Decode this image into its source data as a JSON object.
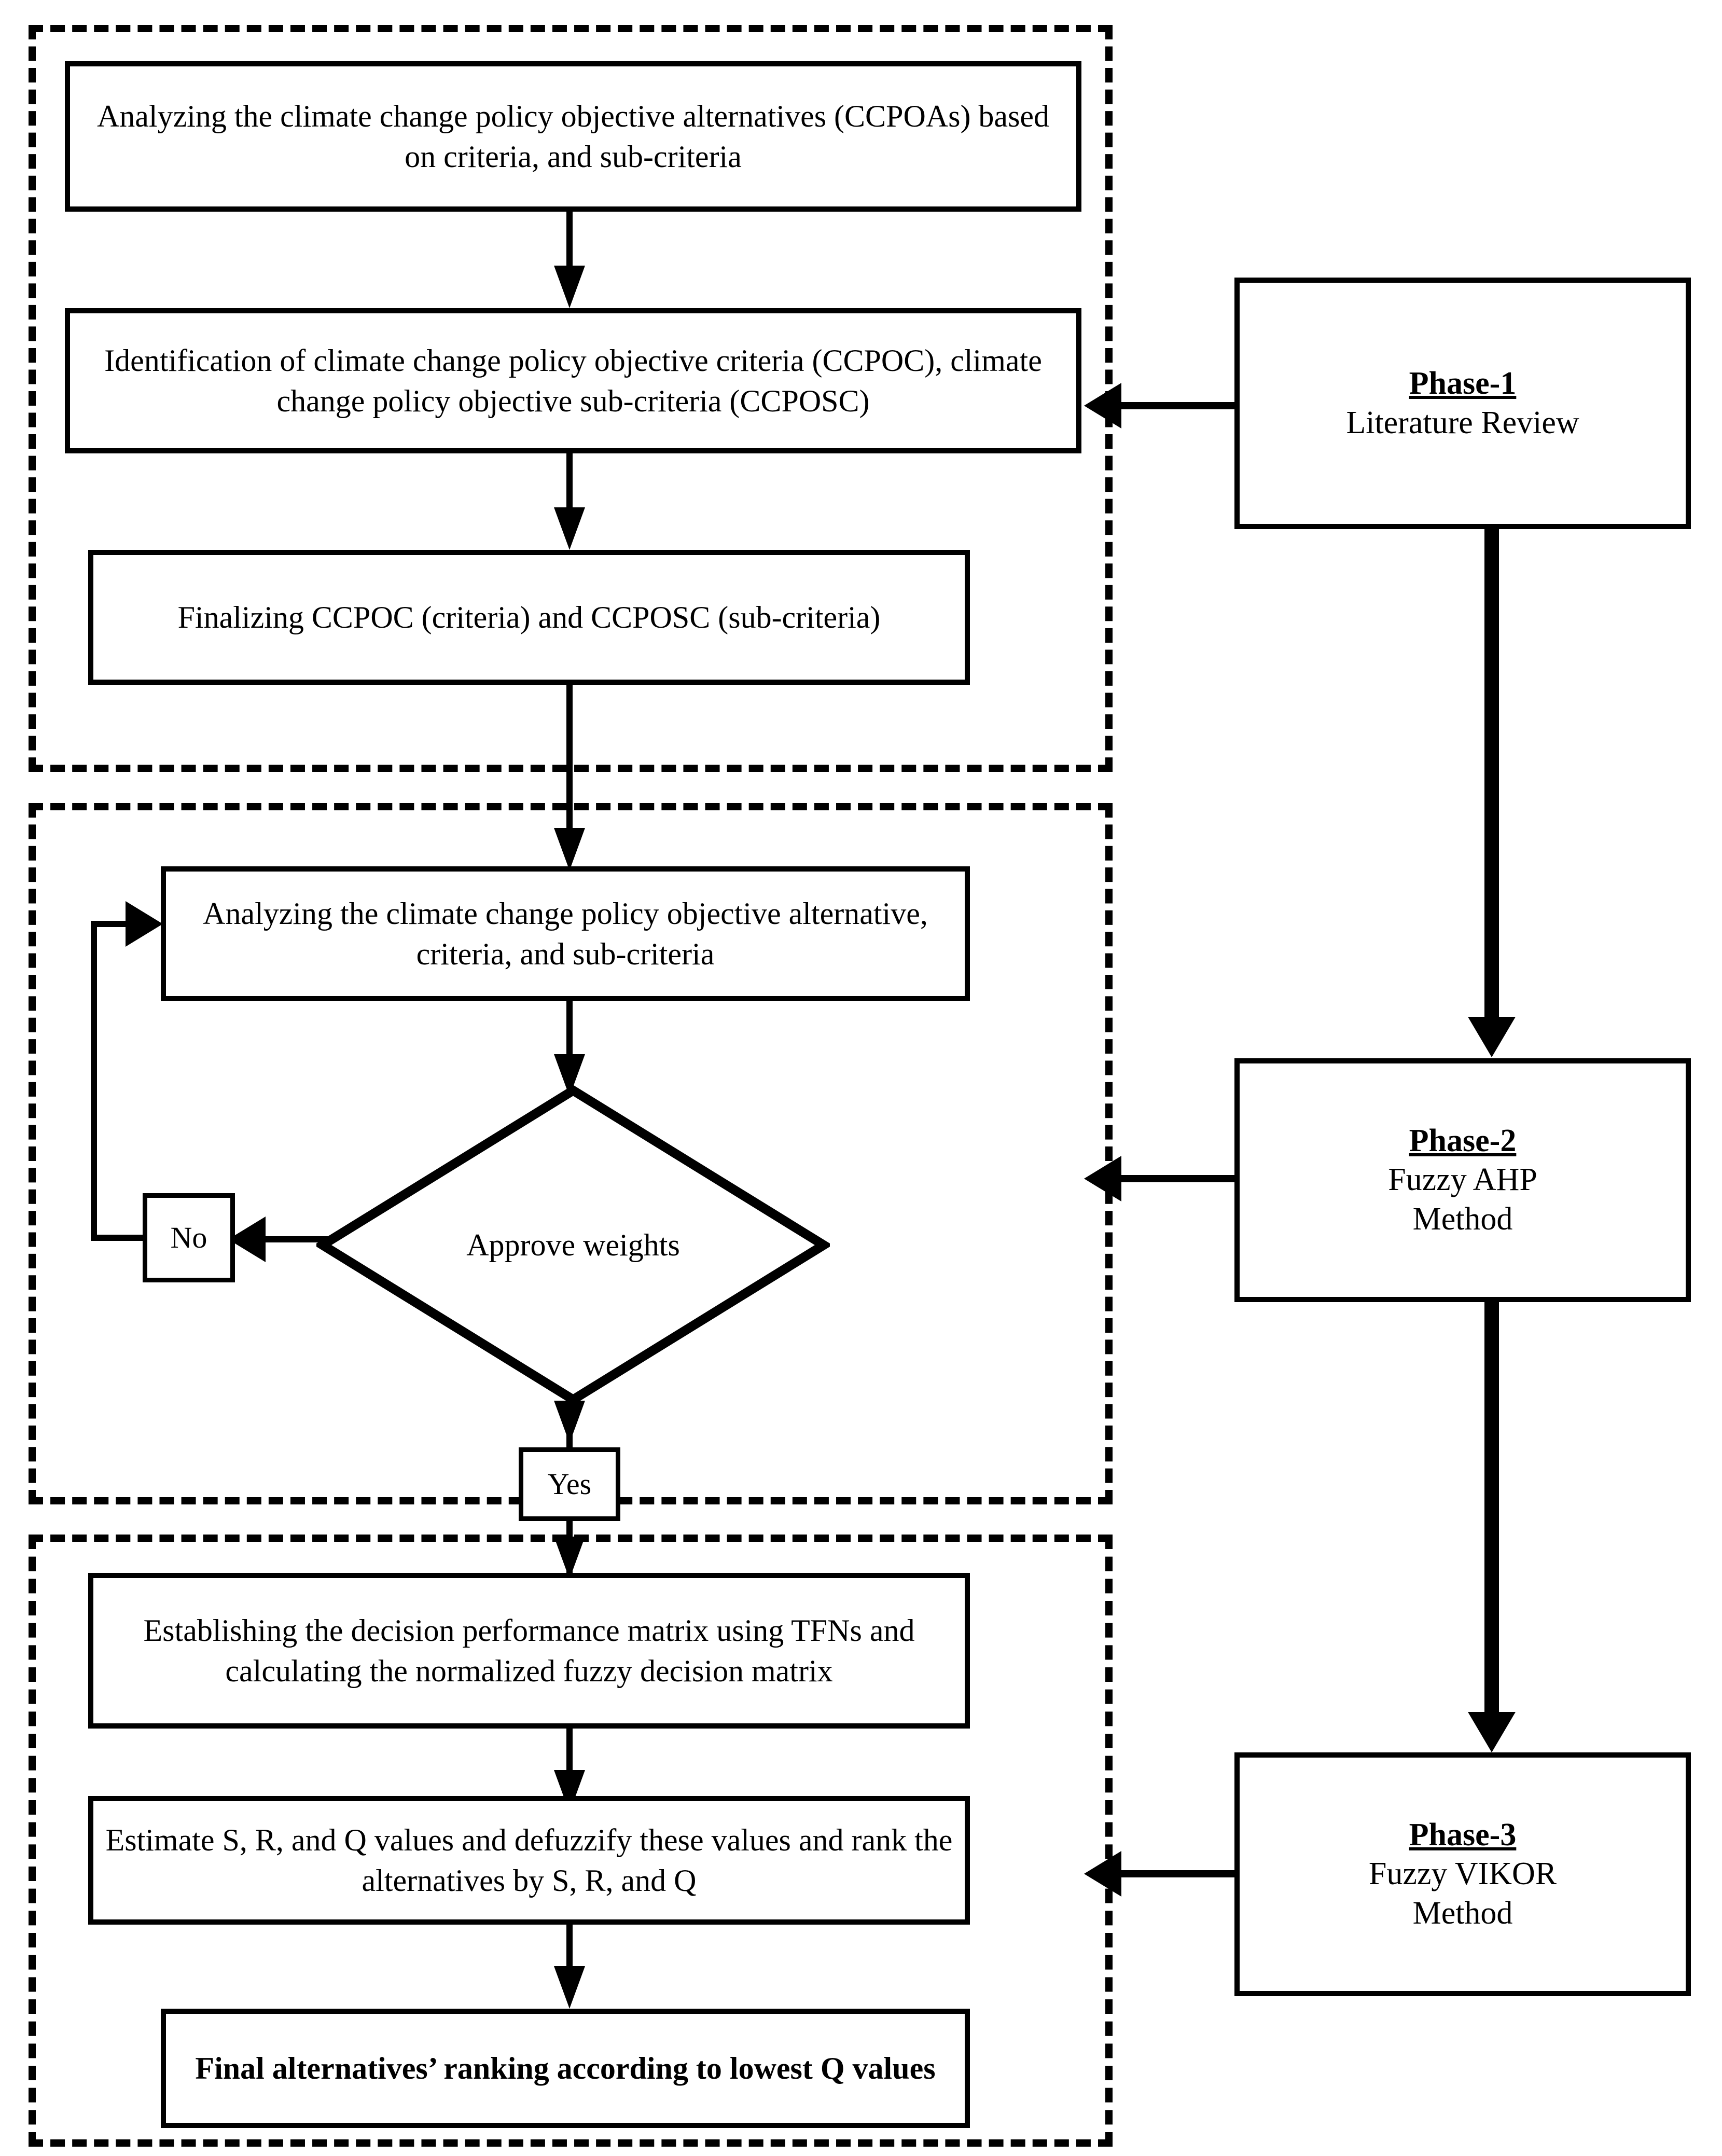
{
  "diagram": {
    "title": "Three-phase research methodology flowchart",
    "colors": {
      "stroke": "#000000",
      "background": "#ffffff"
    }
  },
  "regions": [
    {
      "name": "phase-1-region",
      "label": "Phase-1 region"
    },
    {
      "name": "phase-2-region",
      "label": "Phase-2 region"
    },
    {
      "name": "phase-3-region",
      "label": "Phase-3 region"
    }
  ],
  "process_boxes": [
    {
      "id": "box1",
      "text": "Analyzing the climate change policy objective alternatives (CCPOAs) based on criteria, and sub-criteria",
      "bold": false
    },
    {
      "id": "box2",
      "text": "Identification of climate change policy objective criteria (CCPOC), climate change policy objective sub-criteria (CCPOSC)",
      "bold": false
    },
    {
      "id": "box3",
      "text": "Finalizing CCPOC (criteria) and CCPOSC (sub-criteria)",
      "bold": false
    },
    {
      "id": "box4",
      "text": "Analyzing the climate change policy objective alternative, criteria, and sub-criteria",
      "bold": false
    },
    {
      "id": "box5",
      "text": "Establishing the decision performance matrix using TFNs and calculating the normalized fuzzy decision matrix",
      "bold": false
    },
    {
      "id": "box6",
      "text": "Estimate S, R, and Q values and defuzzify these values and rank the alternatives by S, R, and Q",
      "bold": false
    },
    {
      "id": "box7",
      "text": "Final alternatives’ ranking according to lowest Q values",
      "bold": true
    }
  ],
  "decision": {
    "label": "Approve weights",
    "branch_no": "No",
    "branch_yes": "Yes"
  },
  "phases": [
    {
      "id": "phase1",
      "title": "Phase-1",
      "subtitle": "Literature Review"
    },
    {
      "id": "phase2",
      "title": "Phase-2",
      "subtitle_line1": "Fuzzy AHP",
      "subtitle_line2": "Method"
    },
    {
      "id": "phase3",
      "title": "Phase-3",
      "subtitle_line1": "Fuzzy VIKOR",
      "subtitle_line2": "Method"
    }
  ]
}
